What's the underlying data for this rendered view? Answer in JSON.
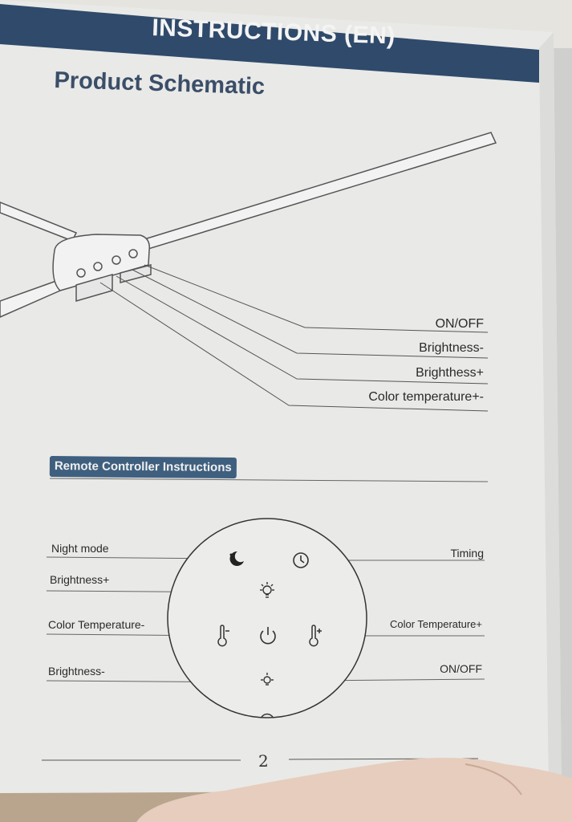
{
  "header": {
    "title": "INSTRUCTIONS (EN)"
  },
  "section": {
    "title": "Product Schematic"
  },
  "schematic": {
    "callouts": [
      "ON/OFF",
      "Brightness-",
      "Brighthess+",
      "Color temperature+-"
    ]
  },
  "remote": {
    "heading": "Remote Controller Instructions",
    "labels": {
      "night_mode": "Night mode",
      "brightness_plus": "Brightness+",
      "color_temp_minus": "Color Temperature-",
      "brightness_minus": "Brightness-",
      "timing": "Timing",
      "color_temp_plus": "Color Temperature+",
      "on_off": "ON/OFF"
    }
  },
  "footer": {
    "page_number": "2"
  },
  "colors": {
    "header_band": "#2f4a6b",
    "title": "#3b4e68",
    "paper": "#e9e9e7",
    "heading_box": "#3f5f7f"
  }
}
